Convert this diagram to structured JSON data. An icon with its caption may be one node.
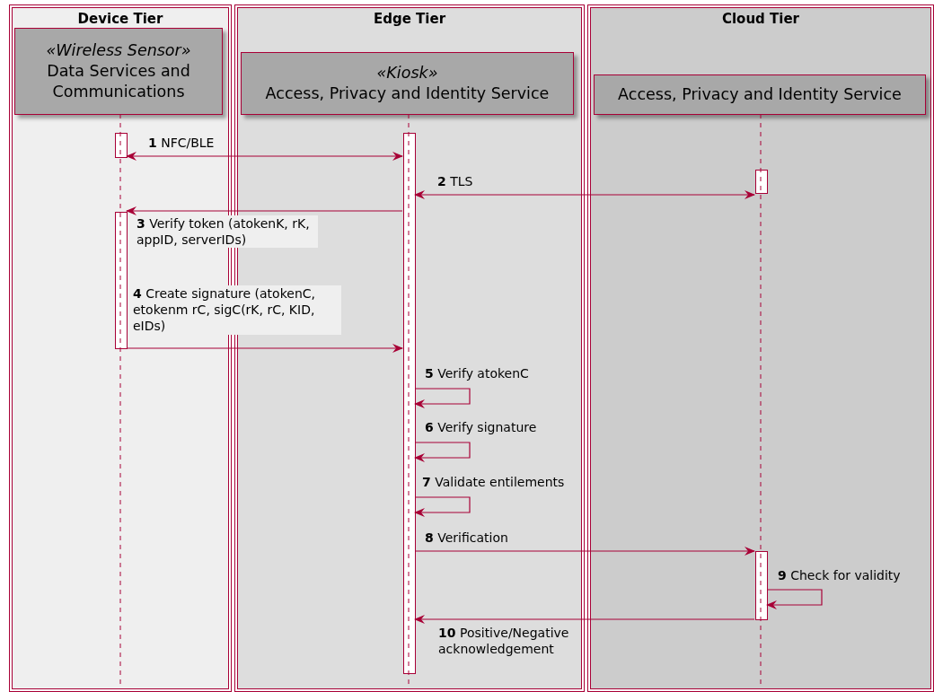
{
  "diagram": {
    "nodes": [
      {
        "text": [
          "Device Tier"
        ]
      },
      {
        "text": [
          "Edge Tier"
        ]
      },
      {
        "text": [
          "Cloud Tier"
        ]
      },
      {
        "text": [
          "«Wireless Sensor»",
          "Data Services and Communications"
        ],
        "in": 0
      },
      {
        "text": [
          "«Kiosk»",
          "Access, Privacy and Identity Service"
        ],
        "in": 1
      },
      {
        "text": [
          "Access, Privacy and Identity Service"
        ],
        "in": 2
      },
      {
        "text": [],
        "shape": "bar",
        "in": 0
      },
      {
        "text": [],
        "shape": "bar",
        "in": 0
      },
      {
        "text": [],
        "shape": "bar",
        "in": 1
      },
      {
        "text": [],
        "shape": "bar",
        "in": 2
      },
      {
        "text": [],
        "shape": "bar",
        "in": 2
      }
    ],
    "edges": [
      {
        "from": 6,
        "to": 8,
        "arrow": "both",
        "label": "**1** NFC/BLE"
      },
      {
        "from": 8,
        "to": 9,
        "arrow": "both",
        "label": "**2** TLS"
      },
      {
        "from": 8,
        "to": 7,
        "arrow": "to",
        "label": "**3** Verify token (atokenK, rK, appID, serverIDs)"
      },
      {
        "from": 7,
        "to": 8,
        "arrow": "to",
        "label": "**4** Create signature (atokenC, etokenm rC, sigC(rK, rC, KID, eIDs)"
      },
      {
        "from": 8,
        "to": 8,
        "arrow": "to",
        "label": "**5** Verify atokenC"
      },
      {
        "from": 8,
        "to": 8,
        "arrow": "to",
        "label": "**6** Verify signature"
      },
      {
        "from": 8,
        "to": 8,
        "arrow": "to",
        "label": "**7** Validate entilements"
      },
      {
        "from": 8,
        "to": 10,
        "arrow": "to",
        "label": "**8** Verification"
      },
      {
        "from": 10,
        "to": 10,
        "arrow": "to",
        "label": "**9** Check for validity"
      },
      {
        "from": 10,
        "to": 8,
        "arrow": "to",
        "label": "**10** Positive/Negative acknowledgement"
      }
    ]
  }
}
